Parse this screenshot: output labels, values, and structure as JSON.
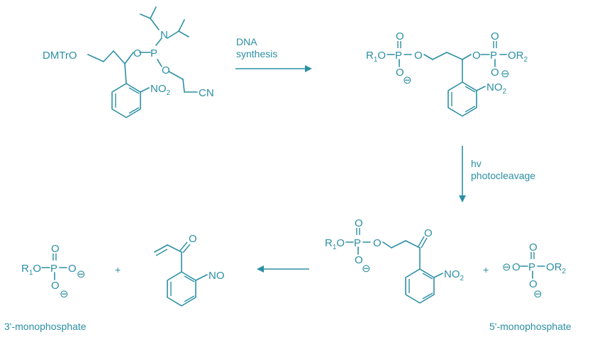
{
  "labels": {
    "step1_line1": "DNA",
    "step1_line2": "synthesis",
    "step2_line1": "hv",
    "step2_line2": "photocleavage",
    "plus": "+",
    "product_3p": "3'-monophosphate",
    "product_5p": "5'-monophosphate"
  },
  "atoms": {
    "dmtro": "DMTrO",
    "O": "O",
    "N": "N",
    "P": "P",
    "CN": "CN",
    "NO": "NO",
    "NO2_base": "NO",
    "NO2_sub": "2",
    "R": "R",
    "one": "1",
    "two": "2",
    "minus": "⊖"
  }
}
